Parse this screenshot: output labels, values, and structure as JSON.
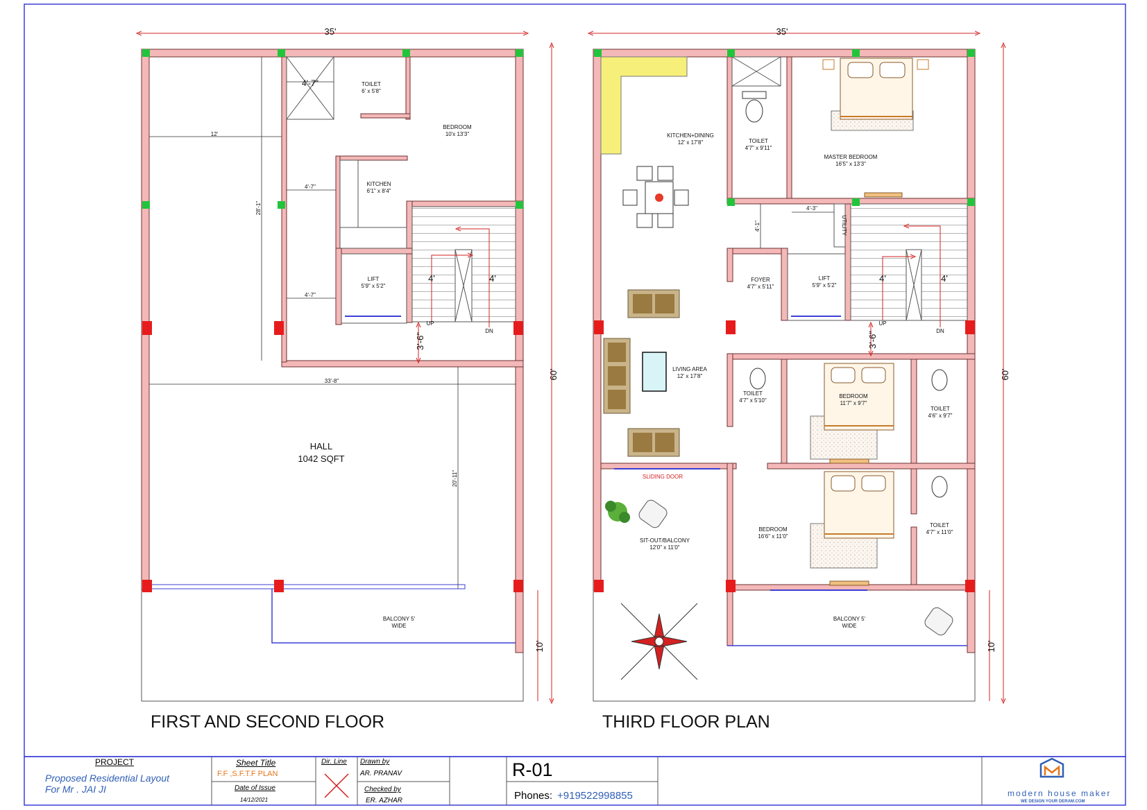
{
  "plans": {
    "first": {
      "title": "FIRST AND SECOND  FLOOR",
      "dim_width": "35'",
      "dim_height": "60'",
      "dim_balcony": "10'",
      "dims": {
        "d12": "12'",
        "d47a": "4'-7\"",
        "d47b": "4'-7\"",
        "d281": "28'-1\"",
        "d338": "33'-8\"",
        "d2011": "20'-11\"",
        "d36": "3'-6\"",
        "d4a": "4'",
        "d4b": "4'",
        "d47shaft": "4'-7\""
      },
      "rooms": {
        "toilet": {
          "name": "TOILET",
          "size": "6' x 5'8\""
        },
        "bedroom": {
          "name": "BEDROOM",
          "size": "10'x 13'3\""
        },
        "kitchen": {
          "name": "KITCHEN",
          "size": "6'1\" x 8'4\""
        },
        "lift": {
          "name": "LIFT",
          "size": "5'9\" x 5'2\""
        },
        "hall": {
          "name": "HALL",
          "size": "1042 SQFT"
        },
        "balcony": {
          "name": "BALCONY 5'",
          "size": "WIDE"
        }
      },
      "stair": {
        "up": "UP",
        "dn": "DN"
      }
    },
    "third": {
      "title": "THIRD  FLOOR PLAN",
      "dim_width": "35'",
      "dim_height": "60'",
      "dim_balcony": "10'",
      "dims": {
        "d43": "4'-3\"",
        "d41": "4'-1\"",
        "d36": "3'-6\"",
        "d4a": "4'",
        "d4b": "4'"
      },
      "rooms": {
        "kitchen": {
          "name": "KITCHEN+DINING",
          "size": "12' x 17'8\""
        },
        "toilet1": {
          "name": "TOILET",
          "size": "4'7\" x 9'11\""
        },
        "master": {
          "name": "MASTER BEDROOM",
          "size": "16'5\" x 13'3\""
        },
        "utility": {
          "name": "UTILITY"
        },
        "foyer": {
          "name": "FOYER",
          "size": "4'7\" x 5'11\""
        },
        "lift": {
          "name": "LIFT",
          "size": "5'9\" x 5'2\""
        },
        "living": {
          "name": "LIVING AREA",
          "size": "12' x 17'8\""
        },
        "toilet2": {
          "name": "TOILET",
          "size": "4'7\" x 5'10\""
        },
        "bedroom1": {
          "name": "BEDROOM",
          "size": "11'7\" x 9'7\""
        },
        "toilet3": {
          "name": "TOILET",
          "size": "4'6\" x 9'7\""
        },
        "sliding": {
          "name": "SLIDING DOOR"
        },
        "sitout": {
          "name": "SIT-OUT/BALCONY",
          "size": "12'0\" x 11'0\""
        },
        "bedroom2": {
          "name": "BEDROOM",
          "size": "16'6\" x 11'0\""
        },
        "toilet4": {
          "name": "TOILET",
          "size": "4'7\" x 11'0\""
        },
        "balcony": {
          "name": "BALCONY 5'",
          "size": "WIDE"
        }
      },
      "stair": {
        "up": "UP",
        "dn": "DN"
      }
    }
  },
  "title_block": {
    "project_label": "PROJECT",
    "project_line1": "Proposed Residential Layout",
    "project_line2": "For Mr . JAI JI",
    "sheet_title_label": "Sheet Title",
    "sheet_title": "F.F ,S.F.T.F  PLAN",
    "date_label": "Date of Issue",
    "date": "14/12/2021",
    "dir_label": "Dir. Line",
    "drawn_label": "Drawn  by",
    "drawn_by": "AR. PRANAV",
    "checked_label": "Checked by",
    "checked_by": "ER. AZHAR",
    "sheet_no": "R-01",
    "phones_label": "Phones:",
    "phone": "+919522998855",
    "logo_name": "modern house maker",
    "logo_tag": "WE DESIGN YOUR DERAM.COM"
  },
  "colors": {
    "wall": "#f4b8b8",
    "wall_edge": "#6b3030",
    "dim": "#d42020",
    "frame": "#3b3fd6",
    "column": "#e61c1c",
    "column_green": "#22c43c",
    "kitchen_counter": "#f6f07a",
    "title_orange": "#e8751a",
    "title_blue": "#2f5fb5"
  }
}
